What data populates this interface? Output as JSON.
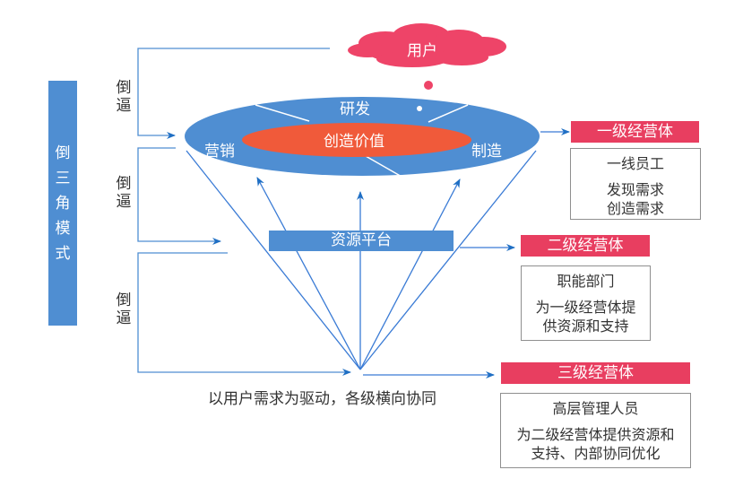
{
  "title_vertical": [
    "倒",
    "三",
    "角",
    "模",
    "式"
  ],
  "pressure_label": [
    "倒",
    "逼"
  ],
  "user_cloud": {
    "label": "用户"
  },
  "value_ellipse": {
    "outer_segments": {
      "top": "研发",
      "left": "营销",
      "right": "制造"
    },
    "core": "创造价值"
  },
  "resource_platform": "资源平台",
  "bottom_caption": "以用户需求为驱动，各级横向协同",
  "tiers": [
    {
      "title": "一级经营体",
      "role": "一线员工",
      "duty": [
        "发现需求",
        "创造需求"
      ]
    },
    {
      "title": "二级经营体",
      "role": "职能部门",
      "duty": [
        "为一级经营体提",
        "供资源和支持"
      ]
    },
    {
      "title": "三级经营体",
      "role": "高层管理人员",
      "duty": [
        "为二级经营体提供资源和",
        "支持、内部协同优化"
      ]
    }
  ],
  "colors": {
    "blue": "#4f8ed2",
    "line_blue": "#3a7bd5",
    "core_orange": "#f05a3a",
    "tier_red": "#e83e60",
    "cloud_red": "#ee4468"
  }
}
